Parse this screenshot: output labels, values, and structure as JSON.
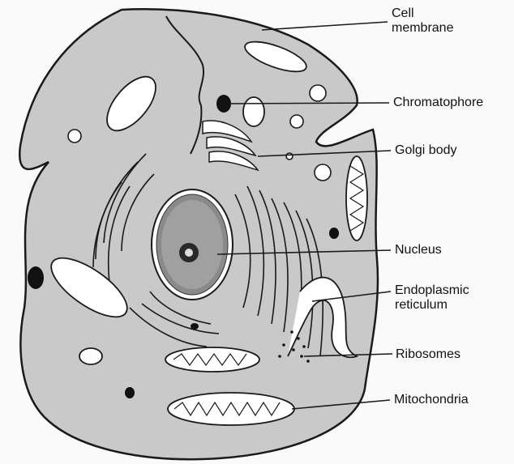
{
  "labels": {
    "cell_membrane_line1": "Cell",
    "cell_membrane_line2": "membrane",
    "chromatophore": "Chromatophore",
    "golgi_body": "Golgi body",
    "nucleus": "Nucleus",
    "endoplasmic_line1": "Endoplasmic",
    "endoplasmic_line2": "reticulum",
    "ribosomes": "Ribosomes",
    "mitochondria": "Mitochondria"
  },
  "colors": {
    "cytoplasm": "#c9c9c9",
    "outline": "#1a1a1a",
    "organelle_fill": "#ffffff",
    "nucleus_fill": "#8a8a8a"
  }
}
